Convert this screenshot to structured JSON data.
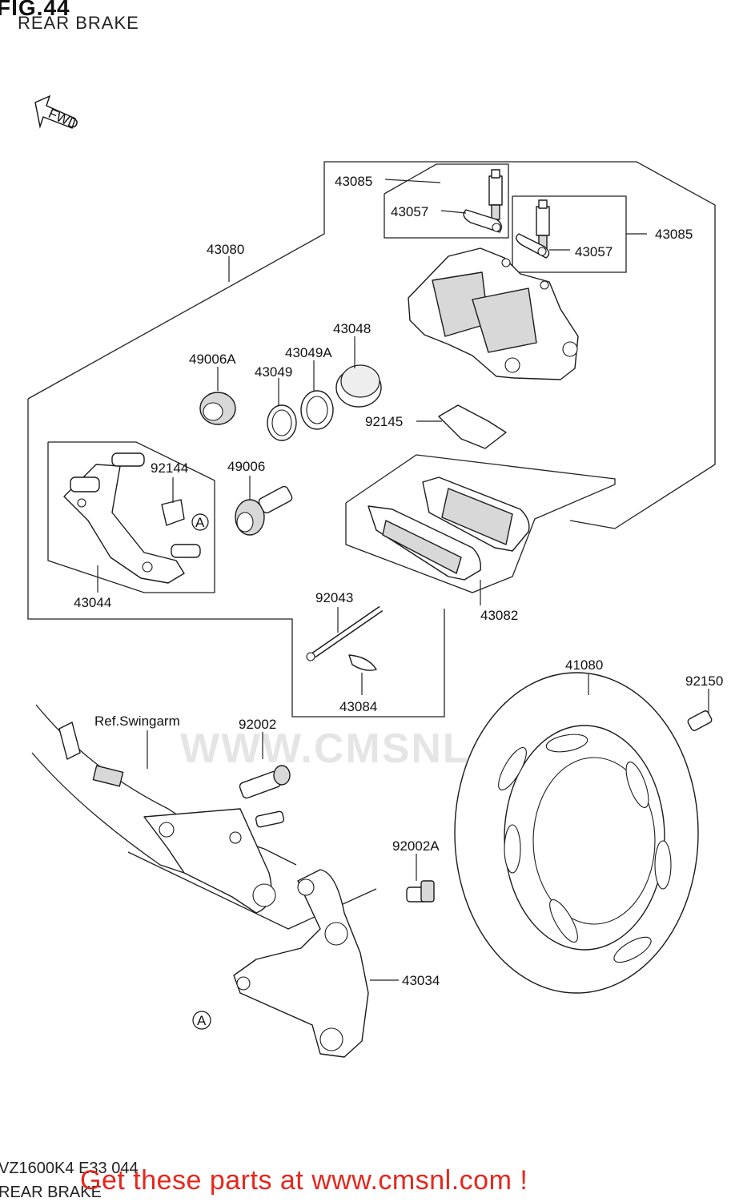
{
  "header": {
    "figure": "FIG.44",
    "subtitle": "REAR BRAKE"
  },
  "direction": {
    "label": "FWD",
    "icon": "forward-arrow-icon"
  },
  "ref_marks": {
    "A": "A"
  },
  "labels": {
    "p43085_top": "43085",
    "p43057_top": "43057",
    "p43085_right": "43085",
    "p43057_right": "43057",
    "p43080": "43080",
    "p43048": "43048",
    "p49006a": "49006A",
    "p43049a": "43049A",
    "p43049": "43049",
    "p92145": "92145",
    "p92144": "92144",
    "p49006": "49006",
    "p43044": "43044",
    "p43082": "43082",
    "p92043": "92043",
    "p43084": "43084",
    "p41080": "41080",
    "p92150": "92150",
    "ref_swingarm": "Ref.Swingarm",
    "p92002": "92002",
    "p92002a": "92002A",
    "p43034": "43034"
  },
  "watermark": "WWW.CMSNL.COM",
  "footer": {
    "code": "VZ1600K4 E33 044",
    "subtitle": "REAR BRAKE",
    "promo": "Get these parts at www.cmsnl.com !"
  },
  "colors": {
    "promo": "#e8261c",
    "line": "#1a1a1a"
  }
}
